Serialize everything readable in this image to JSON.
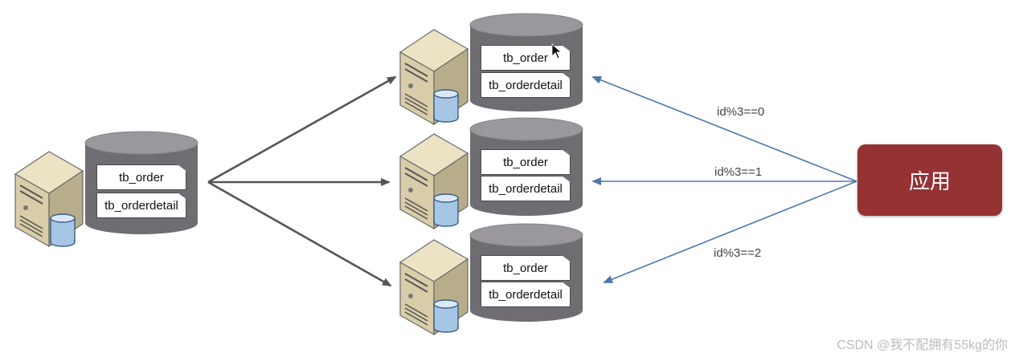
{
  "source_db": {
    "tables": [
      "tb_order",
      "tb_orderdetail"
    ]
  },
  "shards": [
    {
      "tables": [
        "tb_order",
        "tb_orderdetail"
      ]
    },
    {
      "tables": [
        "tb_order",
        "tb_orderdetail"
      ]
    },
    {
      "tables": [
        "tb_order",
        "tb_orderdetail"
      ]
    }
  ],
  "routing_rules": [
    "id%3==0",
    "id%3==1",
    "id%3==2"
  ],
  "application": {
    "label": "应用"
  },
  "watermark": "CSDN @我不配拥有55kg的你",
  "colors": {
    "app_box": "#953234",
    "route_arrow": "#4f77a8",
    "split_arrow": "#555555",
    "cylinder_body": "#6f6d71",
    "cylinder_top": "#9a989c"
  },
  "icons": [
    "server-icon",
    "database-icon",
    "cursor-icon"
  ]
}
